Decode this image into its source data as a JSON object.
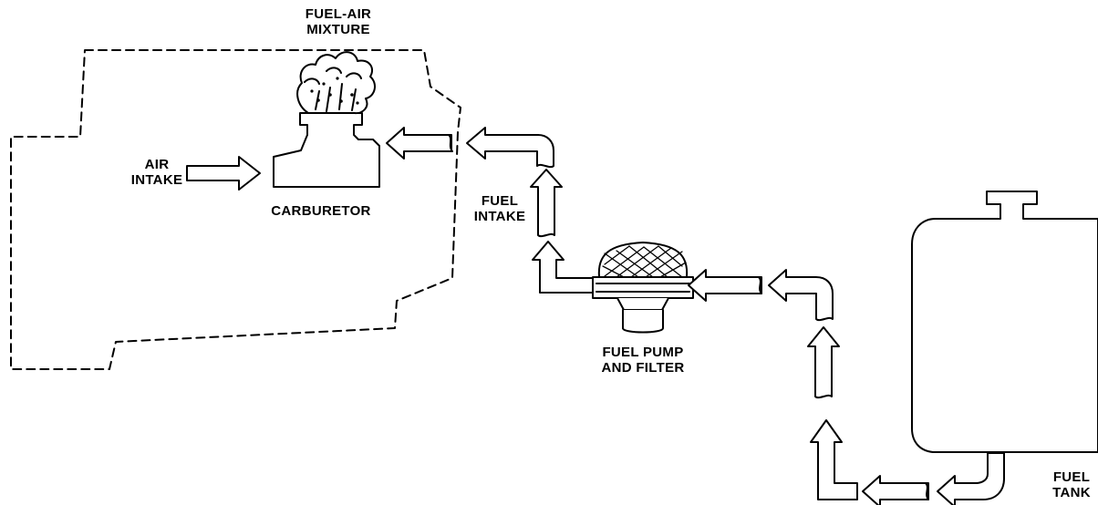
{
  "labels": {
    "fuel_air_mixture": [
      "FUEL-AIR",
      "MIXTURE"
    ],
    "air_intake": [
      "AIR",
      "INTAKE"
    ],
    "carburetor": "CARBURETOR",
    "fuel_intake": [
      "FUEL",
      "INTAKE"
    ],
    "fuel_pump_and_filter": [
      "FUEL PUMP",
      "AND FILTER"
    ],
    "fuel_tank": [
      "FUEL",
      "TANK"
    ]
  },
  "colors": {
    "ink": "#000000",
    "background": "#ffffff"
  }
}
